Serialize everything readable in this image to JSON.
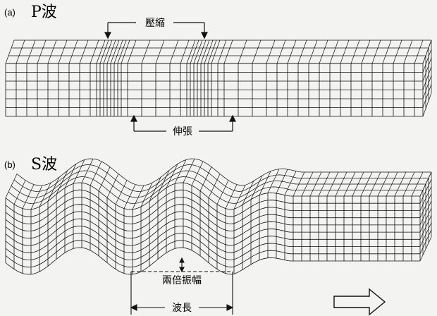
{
  "panel_a": {
    "tag": "(a)",
    "title": "P波",
    "compression_label": "壓縮",
    "extension_label": "伸張"
  },
  "panel_b": {
    "tag": "(b)",
    "title": "S波",
    "amplitude_label": "兩倍振幅",
    "wavelength_label": "波長"
  },
  "direction_icon": "right-arrow-icon",
  "colors": {
    "ink": "#111111",
    "paper": "#f3f3f1"
  }
}
